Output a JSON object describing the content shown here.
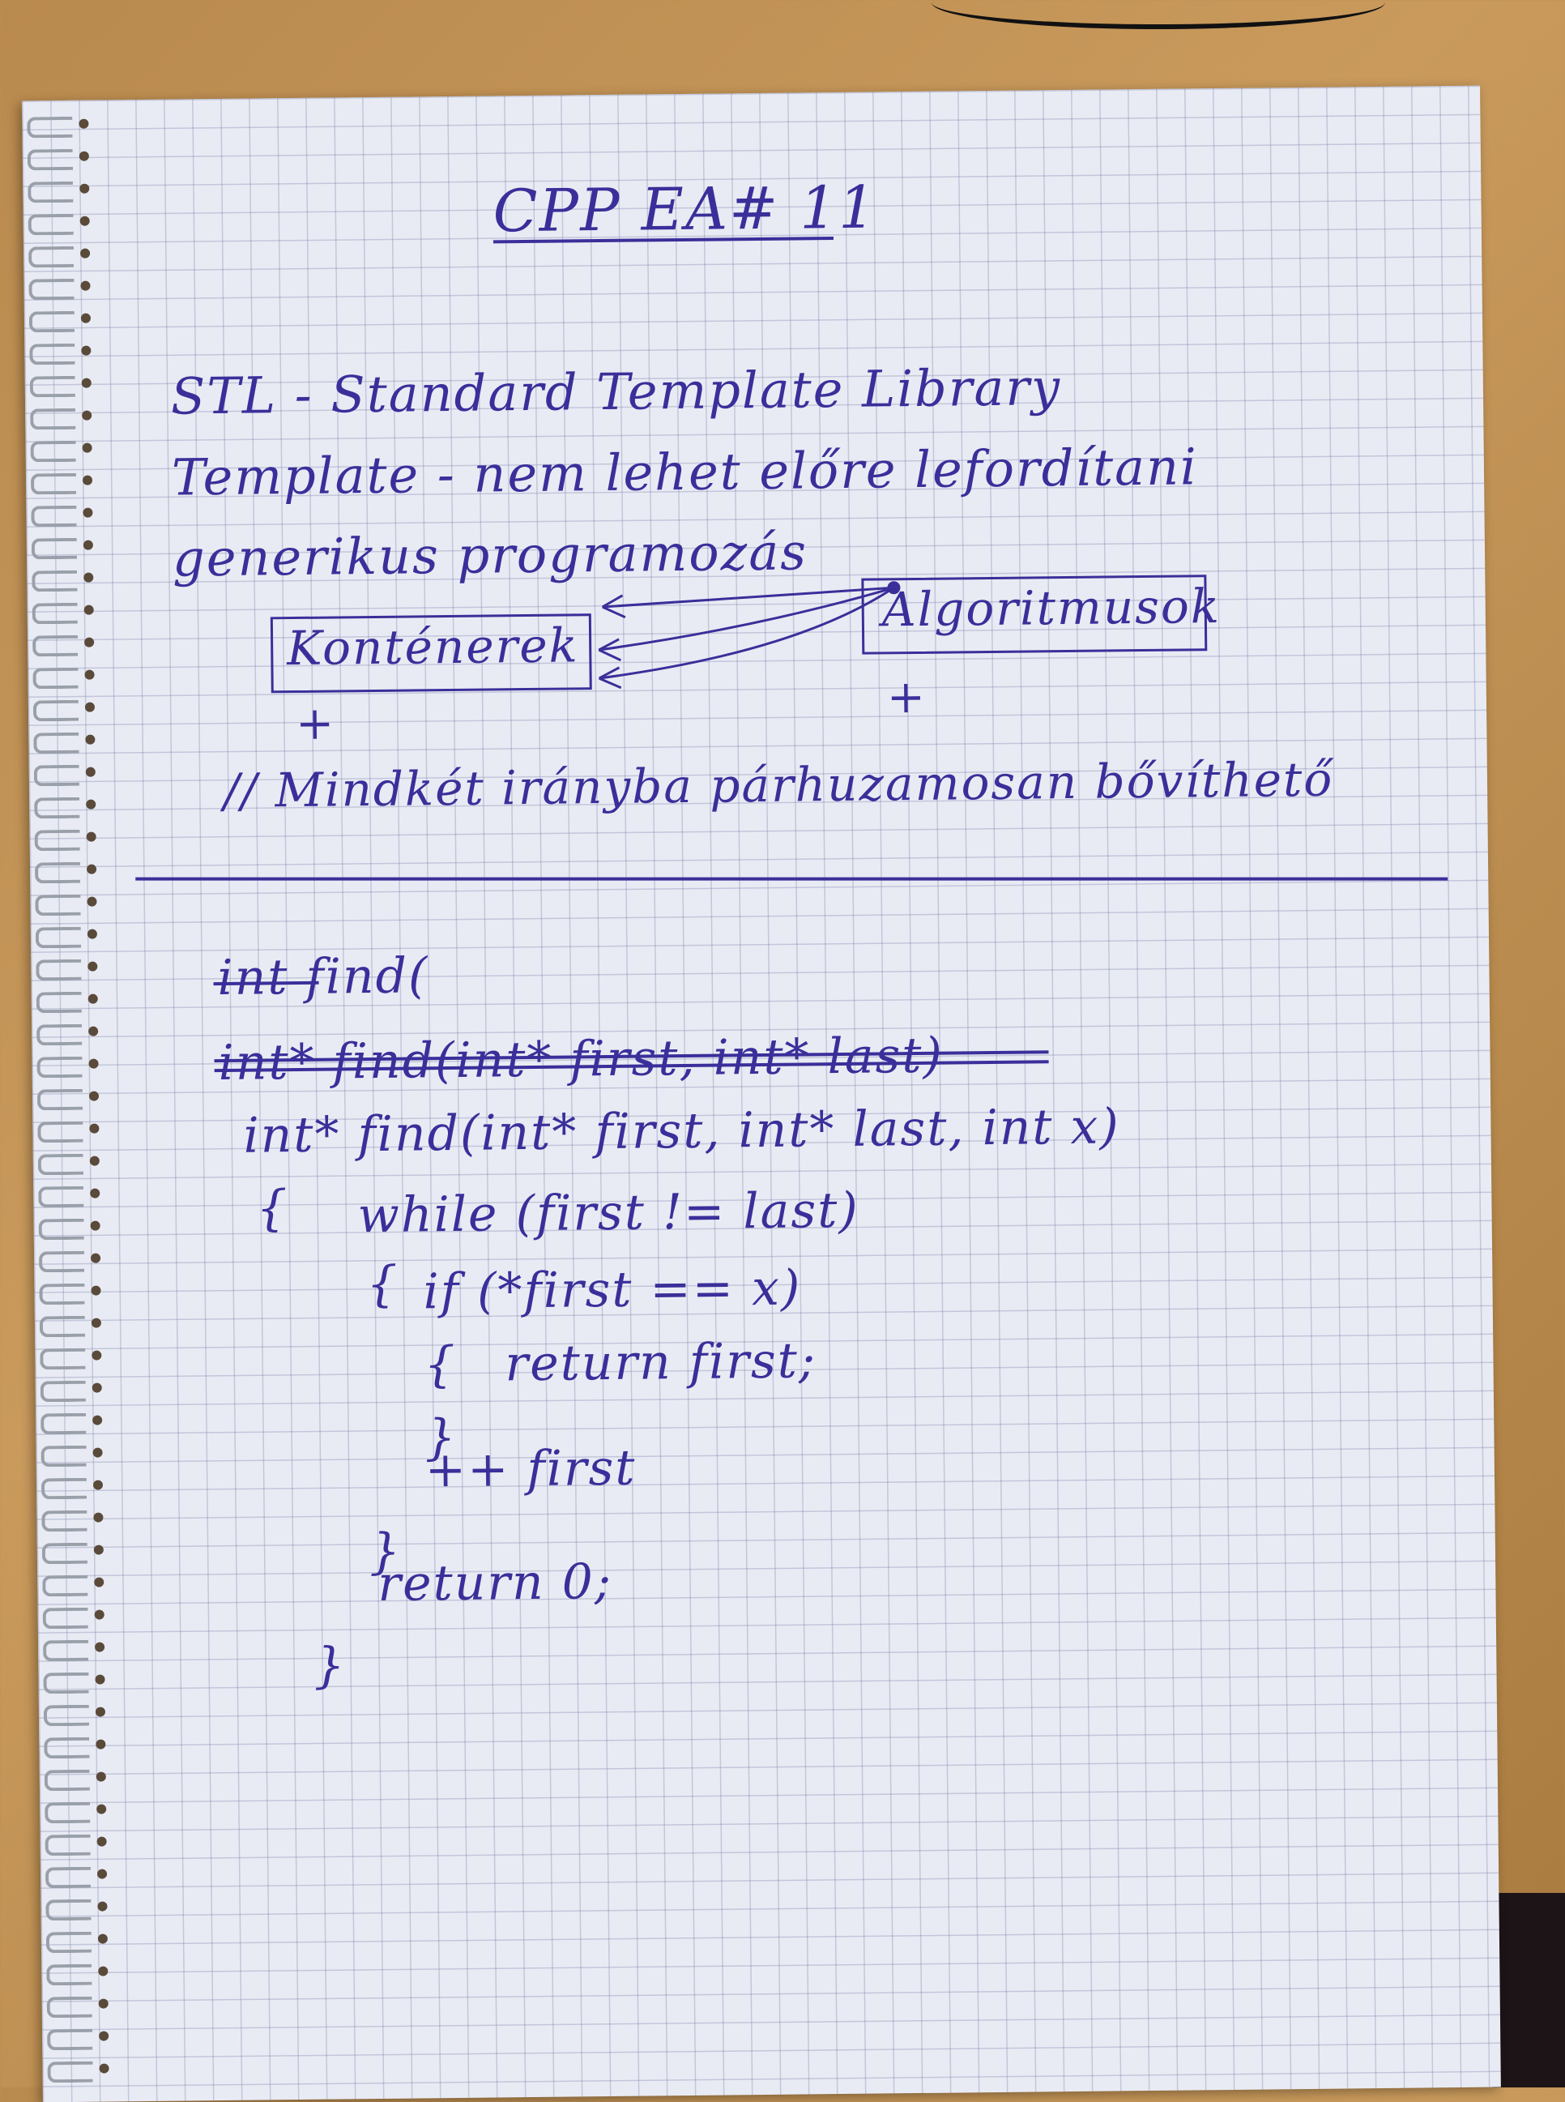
{
  "note": {
    "title": "CPP EA# 11",
    "lines": [
      "STL - Standard Template Library",
      "Template - nem lehet előre lefordítani",
      "generikus programozás"
    ],
    "diagram": {
      "left_box": "Konténerek",
      "right_box": "Algoritmusok",
      "left_plus": "+",
      "right_plus": "+"
    },
    "comment": "// Mindkét irányba párhuzamosan bővíthető",
    "code": {
      "struck_1": "int find(",
      "struck_2": "int* find(int* first, int* last)",
      "signature": "int* find(int* first, int* last, int x)",
      "open_brace": "{",
      "while_line": "while (first != last)",
      "while_open": "{",
      "if_line": "if (*first == x)",
      "if_open": "{",
      "return_first": "return first;",
      "if_close": "}",
      "increment": "++ first",
      "while_close": "}",
      "return_zero": "return 0;",
      "close_brace": "}"
    }
  },
  "colors": {
    "ink": "#3a2f9a",
    "paper": "#e9ebf4",
    "grid": "#7882aa",
    "desk": "#b98a4e"
  }
}
